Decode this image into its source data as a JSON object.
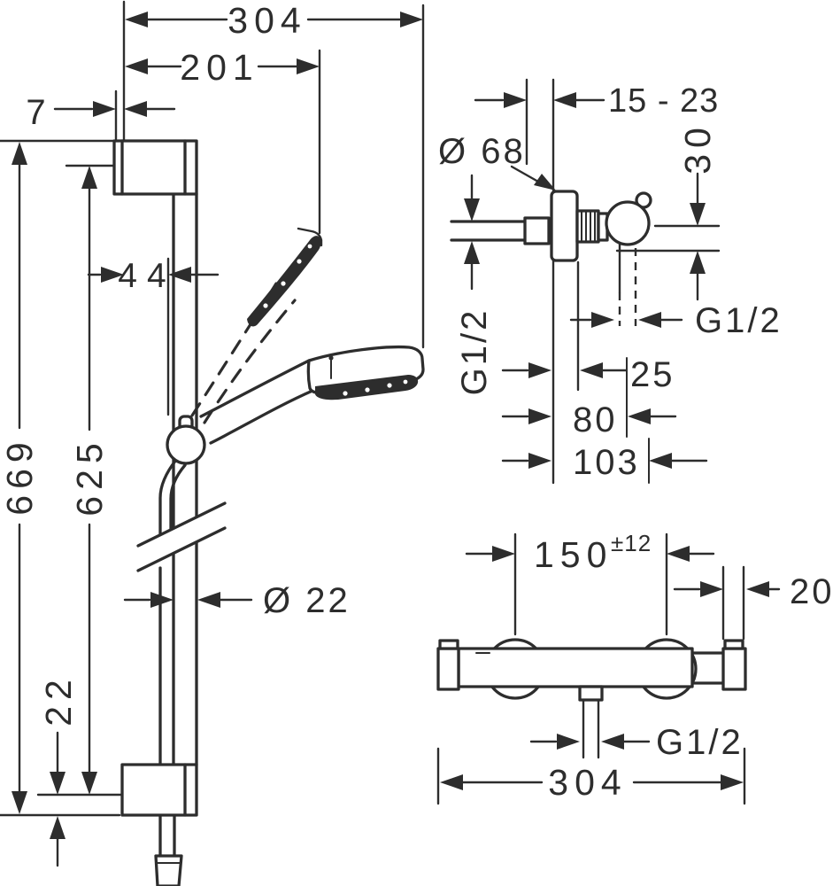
{
  "style": {
    "line_color": "#2d2d2d",
    "background": "#ffffff"
  },
  "dims": {
    "rail": {
      "total_width": "304",
      "head_width": "201",
      "wall_gap": "7",
      "holder_offset": "44",
      "total_height": "669",
      "bar_height": "625",
      "bar_diameter": "Ø 22",
      "bottom_offset": "22"
    },
    "valve_side": {
      "projection": "15 - 23",
      "escutcheon_diameter": "Ø 68",
      "drop": "30",
      "inlet_thread": "G1/2",
      "outlet_thread": "G1/2",
      "depth_center": "25",
      "depth_handle": "80",
      "depth_total": "103"
    },
    "valve_front": {
      "connection_distance": "150",
      "connection_tolerance": "±12",
      "cap_width": "20",
      "outlet_thread": "G1/2",
      "total_width": "304"
    }
  }
}
